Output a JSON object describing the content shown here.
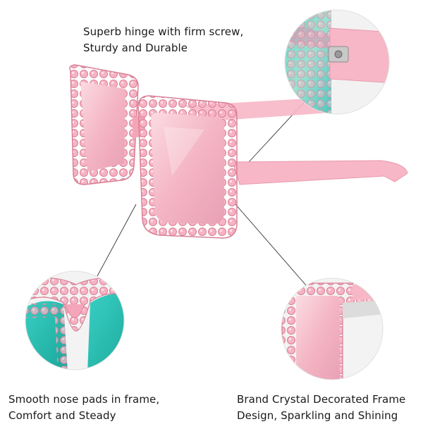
{
  "captions": {
    "hinge": {
      "line1": "Superb hinge with firm screw,",
      "line2": "Sturdy and Durable"
    },
    "nose": {
      "line1": "Smooth nose pads in frame,",
      "line2": "Comfort and Steady"
    },
    "crystal": {
      "line1": "Brand Crystal Decorated Frame",
      "line2": "Design, Sparkling and Shining"
    }
  },
  "colors": {
    "frame_pink": "#f4a6b8",
    "frame_dark": "#e07f98",
    "lens_pink": "#f6c4cf",
    "lens_teal": "#2fc3b8",
    "arm_pink": "#f7b7c6",
    "callout_line": "#333333"
  },
  "product": "pink-crystal-square-sunglasses"
}
